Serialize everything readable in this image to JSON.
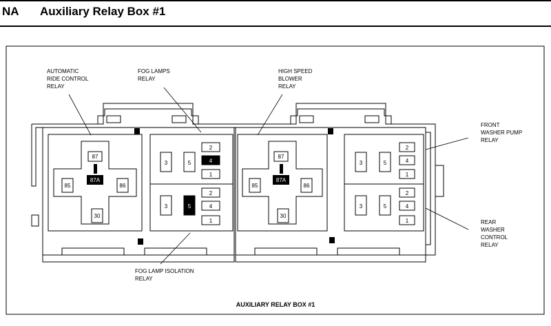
{
  "header": {
    "region": "NA",
    "title": "Auxiliary Relay Box #1"
  },
  "caption": "AUXILIARY RELAY BOX #1",
  "labels": {
    "automatic_ride": [
      "AUTOMATIC",
      "RIDE CONTROL",
      "RELAY"
    ],
    "fog_lamps": [
      "FOG LAMPS",
      "RELAY"
    ],
    "high_speed": [
      "HIGH SPEED",
      "BLOWER",
      "RELAY"
    ],
    "front_washer": [
      "FRONT",
      "WASHER PUMP",
      "RELAY"
    ],
    "rear_washer": [
      "REAR",
      "WASHER",
      "CONTROL",
      "RELAY"
    ],
    "fog_isolation": [
      "FOG LAMP ISOLATION",
      "RELAY"
    ]
  },
  "pins": {
    "p87": "87",
    "p87a": "87A",
    "p85": "85",
    "p86": "86",
    "p30": "30",
    "p1": "1",
    "p2": "2",
    "p3": "3",
    "p4": "4",
    "p5": "5"
  }
}
